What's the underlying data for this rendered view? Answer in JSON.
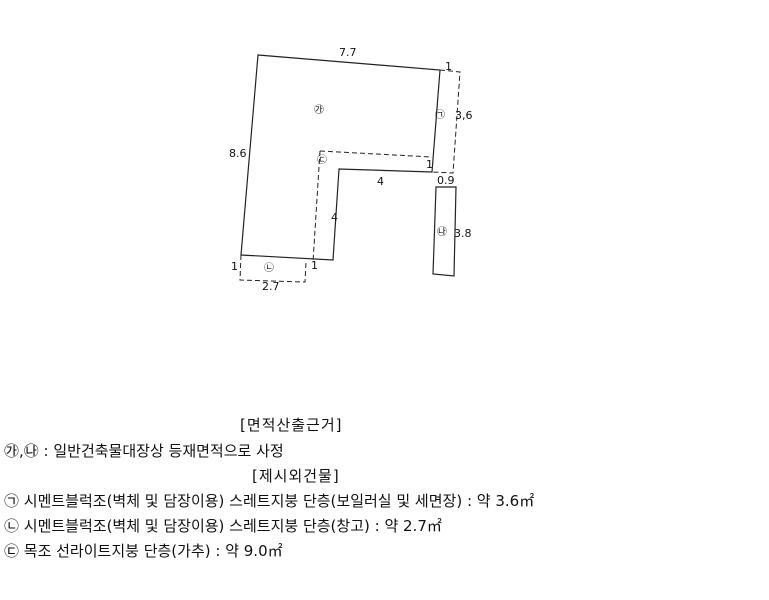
{
  "plan": {
    "dims": {
      "top_width": "7.7",
      "left_height": "8.6",
      "inner_width": "4",
      "inner_height": "4",
      "wing_small_right": "1",
      "wing_small_left": "1",
      "wing_height": "3,6",
      "bottom_width": "2.7",
      "bottom_small_left": "1",
      "bottom_small_right": "1",
      "annex_width": "0.9",
      "annex_height": "3.8"
    },
    "marks": {
      "main": "㉮",
      "annex": "㉯",
      "wing_a": "㉠",
      "wing_b": "㉡",
      "wing_c": "㉢"
    }
  },
  "notes": {
    "basis_header": "[면적산출근거]",
    "basis_text": "㉮,㉯ : 일반건축물대장상 등재면적으로 사정",
    "extra_header": "[제시외건물]",
    "items": [
      "㉠ 시멘트블럭조(벽체 및 담장이용) 스레트지붕 단층(보일러실 및 세면장) : 약 3.6㎡",
      "㉡ 시멘트블럭조(벽체 및 담장이용) 스레트지붕 단층(창고) : 약 2.7㎡",
      "㉢ 목조 선라이트지붕 단층(가추) : 약 9.0㎡"
    ]
  }
}
